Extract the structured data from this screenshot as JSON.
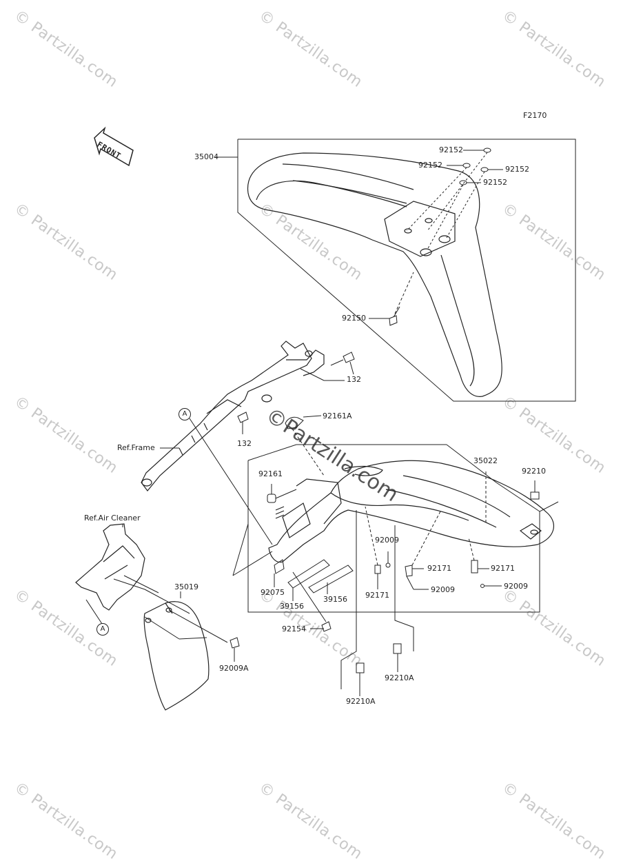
{
  "diagram_code": "F2170",
  "front_marker": "FRONT",
  "watermark": "© Partzilla.com",
  "watermark_center": "©Partzilla.com",
  "callout_ref": "A",
  "labels": {
    "p35004": "35004",
    "p92152a": "92152",
    "p92152b": "92152",
    "p92152c": "92152",
    "p92152d": "92152",
    "p92150": "92150",
    "p132a": "132",
    "p132b": "132",
    "p92161A": "92161A",
    "ref_frame": "Ref.Frame",
    "p35022": "35022",
    "p92210": "92210",
    "p92161": "92161",
    "p92009a": "92009",
    "p92171a": "92171",
    "p92171b": "92171",
    "p92171c": "92171",
    "p92009b": "92009",
    "p92009c": "92009",
    "ref_air_cleaner": "Ref.Air Cleaner",
    "p35019": "35019",
    "p92075": "92075",
    "p39156a": "39156",
    "p39156b": "39156",
    "p92154": "92154",
    "p92009A": "92009A",
    "p92210Aa": "92210A",
    "p92210Ab": "92210A"
  }
}
